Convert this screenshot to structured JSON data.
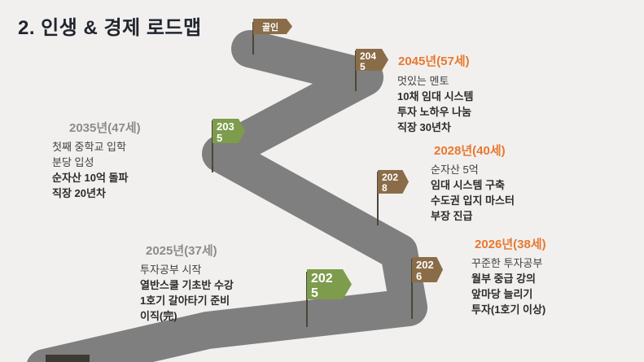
{
  "slide": {
    "title": "2. 인생 & 경제 로드맵"
  },
  "colors": {
    "background": "#f1f0ee",
    "road": "#7f7f7f",
    "orange_heading": "#e8782f",
    "gray_heading": "#8c8c8c",
    "green_flag": "#7d9c4c",
    "brown_flag": "#8a6d48",
    "pole": "#4c4639"
  },
  "goal_flag": {
    "label": "골인"
  },
  "milestones": [
    {
      "year_heading": "2045년(57세)",
      "flag_year": "2045",
      "lines": [
        "멋있는 멘토",
        "10채 임대 시스템",
        "투자 노하우 나눔",
        "직장 30년차"
      ]
    },
    {
      "year_heading": "2035년(47세)",
      "flag_year": "2035",
      "lines": [
        "첫째 중학교 입학",
        "분당 입성",
        "순자산 10억 돌파",
        "직장 20년차"
      ]
    },
    {
      "year_heading": "2028년(40세)",
      "flag_year": "2028",
      "lines": [
        "순자산 5억",
        "임대 시스템 구축",
        "수도권 입지 마스터",
        "부장 진급"
      ]
    },
    {
      "year_heading": "2026년(38세)",
      "flag_year": "2026",
      "lines": [
        "꾸준한 투자공부",
        "월부 중급 강의",
        "앞마당 늘리기",
        "투자(1호기 이상)"
      ]
    },
    {
      "year_heading": "2025년(37세)",
      "flag_year": "2025",
      "lines": [
        "투자공부 시작",
        "열반스쿨 기초반 수강",
        "1호기 갈아타기 준비",
        "이직(完)"
      ]
    }
  ]
}
